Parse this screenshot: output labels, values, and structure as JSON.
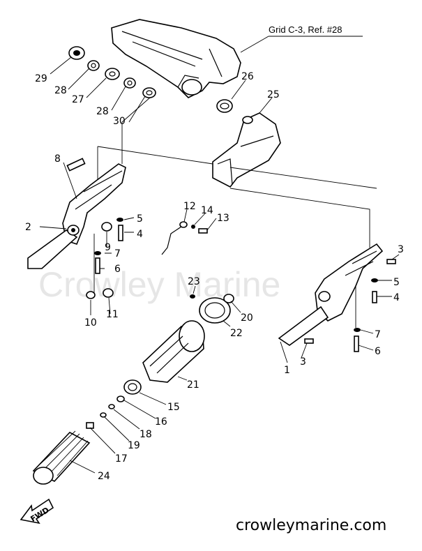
{
  "reference_note": "Grid C-3, Ref. #28",
  "watermark": "Crowley Marine",
  "website": "crowleymarine.com",
  "fwd_label": "FWD",
  "part_numbers": [
    "1",
    "2",
    "3",
    "3",
    "4",
    "4",
    "5",
    "5",
    "6",
    "6",
    "7",
    "7",
    "8",
    "9",
    "10",
    "11",
    "12",
    "13",
    "14",
    "15",
    "16",
    "17",
    "18",
    "19",
    "20",
    "21",
    "22",
    "23",
    "24",
    "25",
    "26",
    "27",
    "28",
    "28",
    "29",
    "30"
  ]
}
